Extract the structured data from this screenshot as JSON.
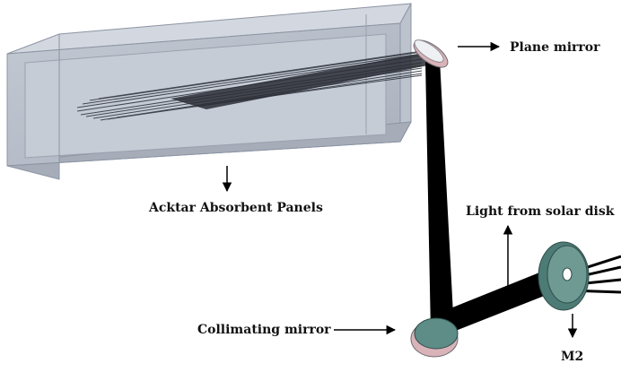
{
  "labels": {
    "plane_mirror": "Plane mirror",
    "acktar_panels": "Acktar Absorbent Panels",
    "light_from_solar_disk": "Light from solar disk",
    "collimating_mirror": "Collimating mirror",
    "m2": "M2"
  },
  "colors": {
    "box_face": "#b3bac5",
    "box_inner": "#c6ccd6",
    "box_outline": "#8c94a2",
    "beam": "#000000",
    "mirror_teal": "#5e8c86",
    "mirror_pink": "#d9b3b8"
  }
}
